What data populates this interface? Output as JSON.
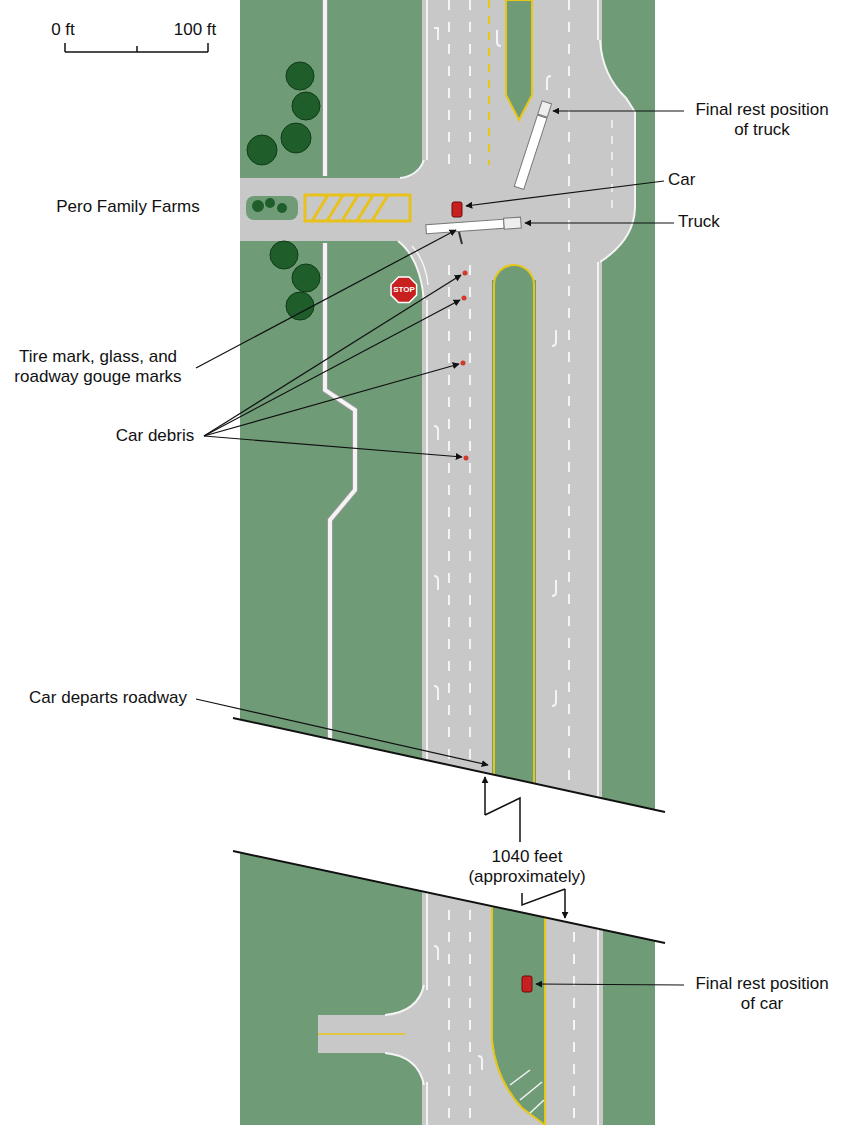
{
  "diagram": {
    "nodes": [
      {
        "text": [
          "STOP"
        ]
      }
    ],
    "labels": [
      "0 ft",
      "100 ft",
      "Final rest position of truck",
      "Car",
      "Pero Family Farms",
      "Truck",
      "Tire mark, glass, and roadway gouge marks",
      "Car debris",
      "Car departs roadway",
      "1040 feet (approximately)",
      "Final rest position of car"
    ]
  }
}
